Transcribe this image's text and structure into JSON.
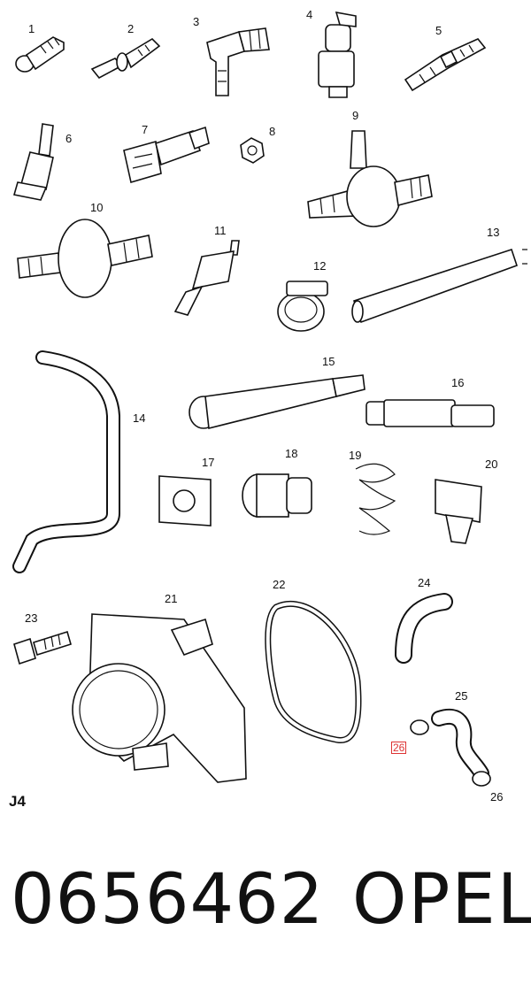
{
  "callouts": [
    "1",
    "2",
    "3",
    "4",
    "5",
    "6",
    "7",
    "8",
    "9",
    "10",
    "11",
    "12",
    "13",
    "14",
    "15",
    "16",
    "17",
    "18",
    "19",
    "20",
    "21",
    "22",
    "23",
    "24",
    "25",
    "26",
    "26"
  ],
  "highlighted_callout": "26",
  "sheet_code": "J4",
  "part_number": "0656462",
  "brand": "OPEL"
}
